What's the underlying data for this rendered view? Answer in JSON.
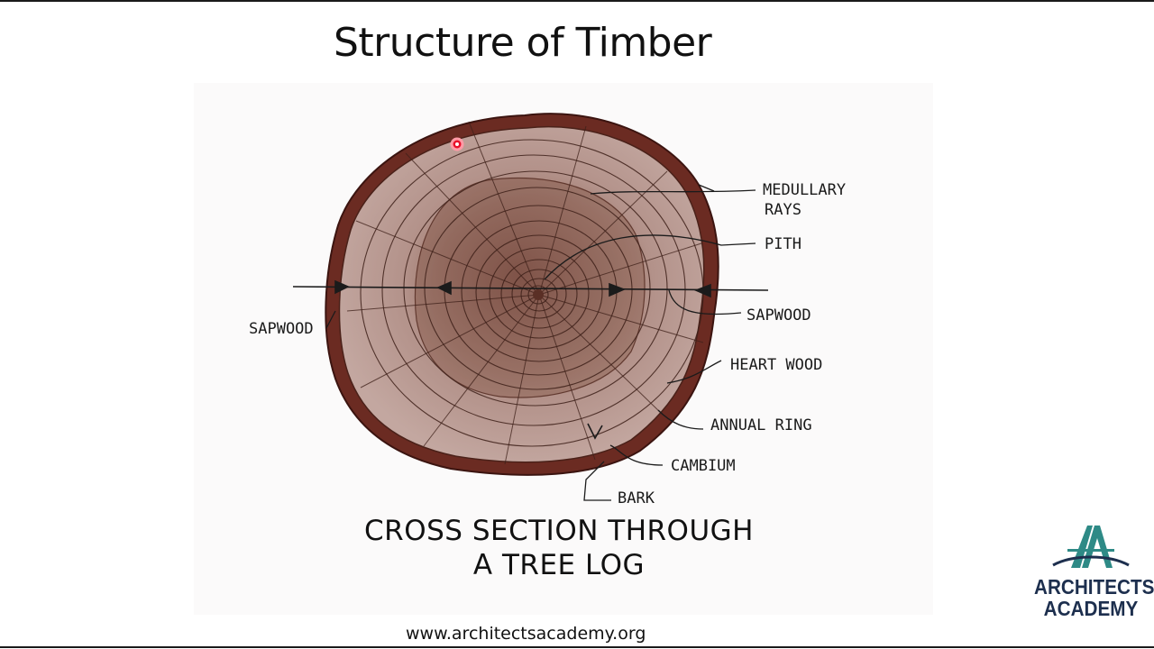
{
  "slide": {
    "title": "Structure of Timber",
    "caption_line1": "CROSS SECTION THROUGH",
    "caption_line2": "A TREE LOG",
    "website": "www.architectsacademy.org"
  },
  "labels": {
    "medullary_rays_1": "MEDULLARY",
    "medullary_rays_2": "RAYS",
    "pith": "PITH",
    "sapwood_right": "SAPWOOD",
    "sapwood_left": "SAPWOOD",
    "heart_wood": "HEART WOOD",
    "annual_ring": "ANNUAL RING",
    "cambium": "CAMBIUM",
    "bark": "BARK"
  },
  "logo": {
    "line1": "ARCHITECTS",
    "line2": "ACADEMY"
  },
  "colors": {
    "bark": "#6b2b22",
    "sapwood": "#b58f86",
    "heartwood": "#9c7265",
    "ink": "#2a1a15",
    "pointer": "#e8102a",
    "logo_teal": "#2e8a86",
    "logo_navy": "#1d2f4e"
  }
}
